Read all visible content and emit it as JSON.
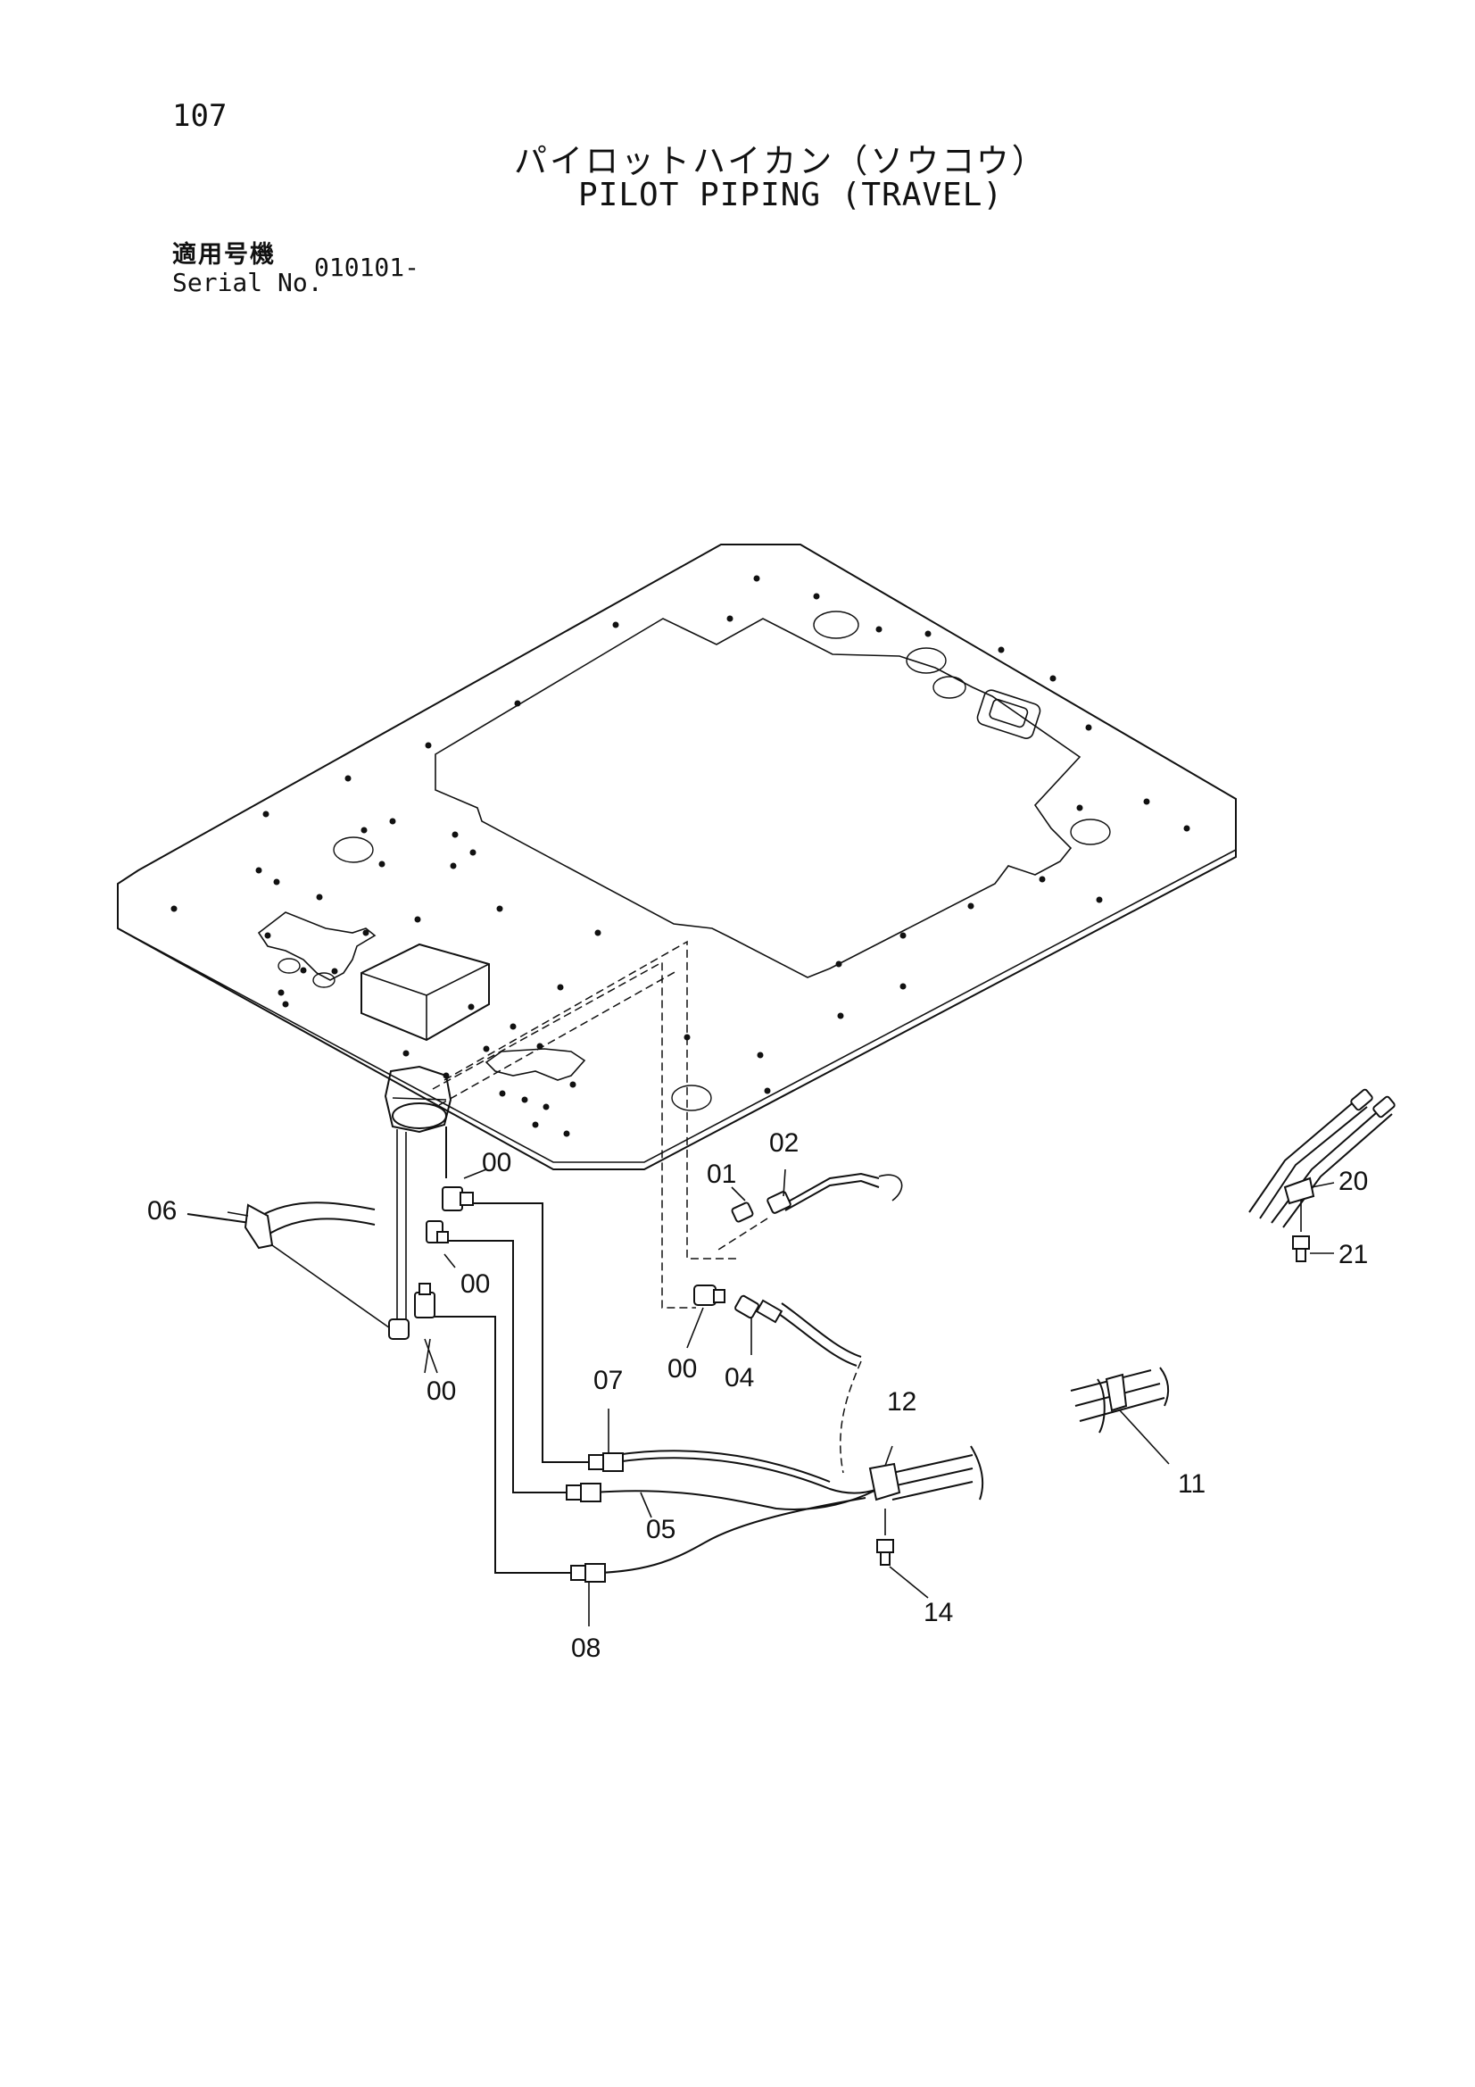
{
  "header": {
    "page_number": "107",
    "title_jp": "パイロットハイカン（ソウコウ）",
    "title_en": "PILOT PIPING (TRAVEL)",
    "serial_label_jp": "適用号機",
    "serial_label_en": "Serial No.",
    "serial_value": "010101-"
  },
  "callouts": {
    "c00a": "00",
    "c00b": "00",
    "c00c": "00",
    "c00d": "00",
    "c01": "01",
    "c02": "02",
    "c04": "04",
    "c05": "05",
    "c06": "06",
    "c07": "07",
    "c08": "08",
    "c11": "11",
    "c12": "12",
    "c14": "14",
    "c20": "20",
    "c21": "21"
  }
}
